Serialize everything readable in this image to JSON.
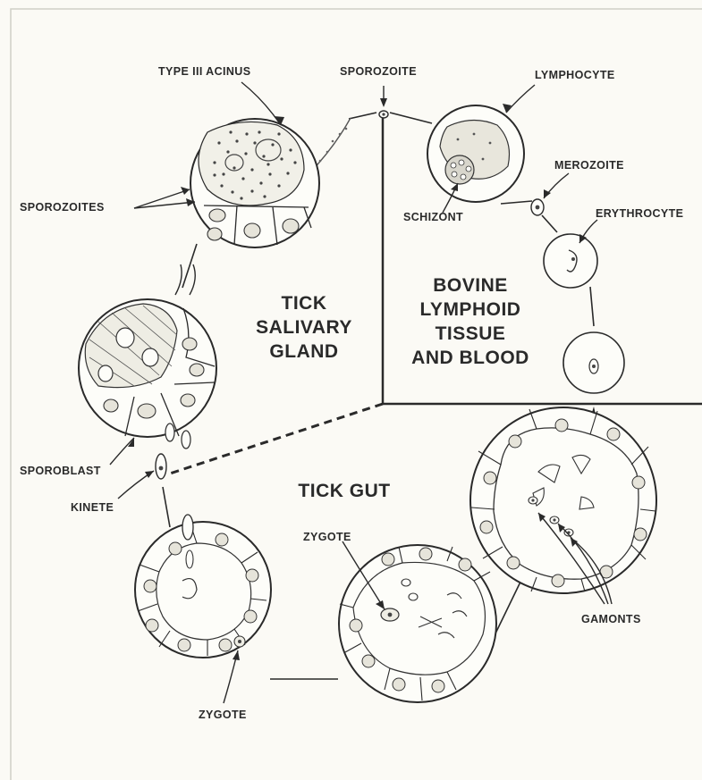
{
  "regions": {
    "salivary": [
      "TICK",
      "SALIVARY",
      "GLAND"
    ],
    "bovine": [
      "BOVINE",
      "LYMPHOID",
      "TISSUE",
      "AND BLOOD"
    ],
    "gut": "TICK GUT"
  },
  "labels": {
    "type_iii_acinus": "TYPE III ACINUS",
    "sporozoite": "SPOROZOITE",
    "lymphocyte": "LYMPHOCYTE",
    "sporozoites": "SPOROZOITES",
    "merozoite": "MEROZOITE",
    "schizont": "SCHIZONT",
    "erythrocyte": "ERYTHROCYTE",
    "sporoblast": "SPOROBLAST",
    "kinete": "KINETE",
    "zygote_upper": "ZYGOTE",
    "gamonts": "GAMONTS",
    "zygote_lower": "ZYGOTE"
  },
  "colors": {
    "ink": "#2a2a2a",
    "paper": "#fbfaf5"
  }
}
